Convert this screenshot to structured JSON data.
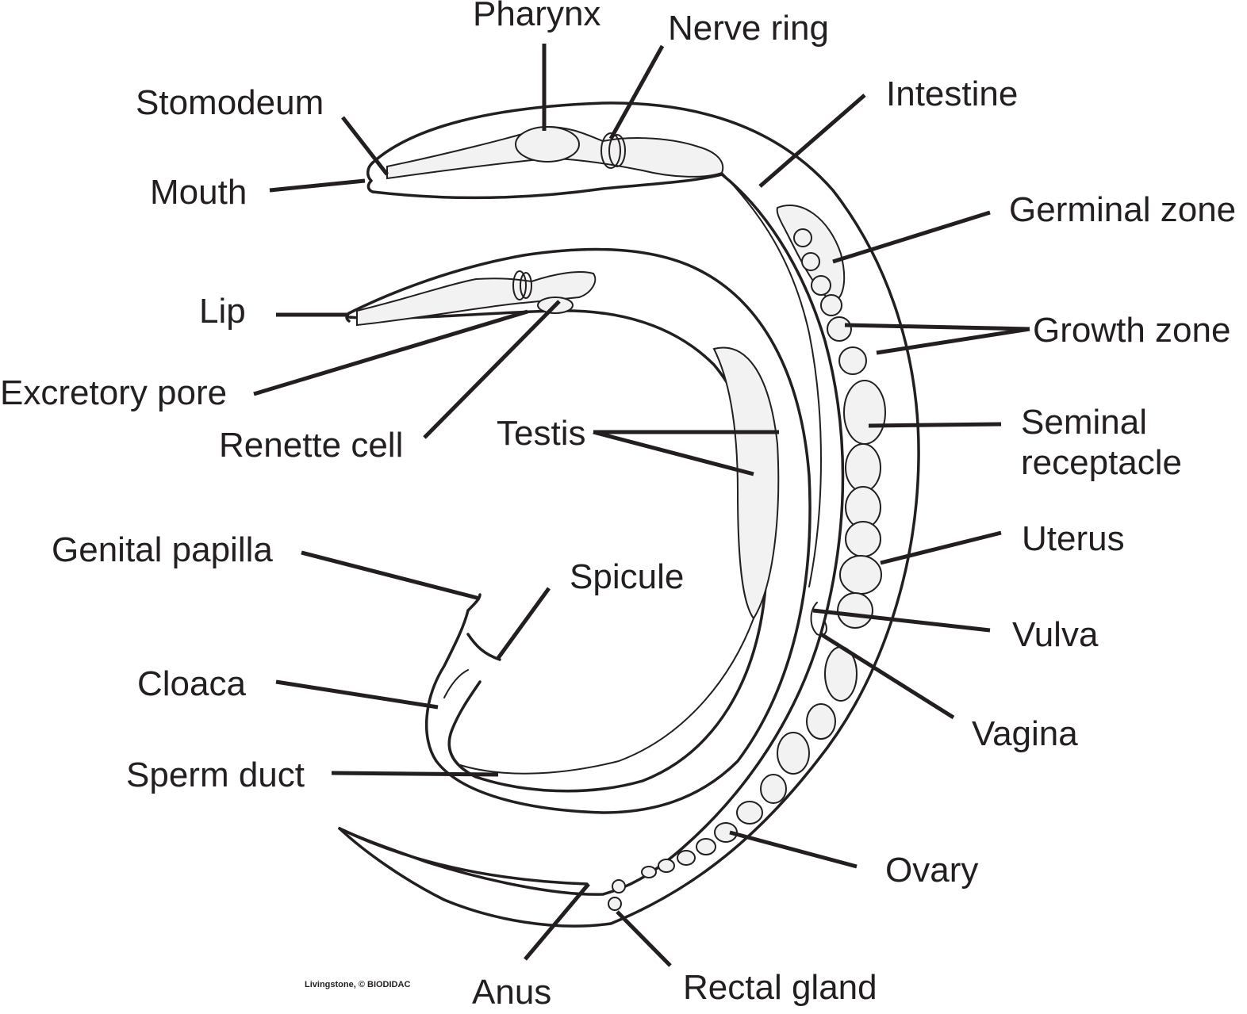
{
  "labels": {
    "pharynx": "Pharynx",
    "nerve_ring": "Nerve ring",
    "stomodeum": "Stomodeum",
    "intestine": "Intestine",
    "mouth": "Mouth",
    "germinal_zone": "Germinal zone",
    "lip": "Lip",
    "growth_zone": "Growth zone",
    "excretory_pore": "Excretory pore",
    "renette_cell": "Renette cell",
    "testis": "Testis",
    "seminal_receptacle_line1": "Seminal",
    "seminal_receptacle_line2": "receptacle",
    "uterus": "Uterus",
    "genital_papilla": "Genital papilla",
    "spicule": "Spicule",
    "vulva": "Vulva",
    "cloaca": "Cloaca",
    "vagina": "Vagina",
    "sperm_duct": "Sperm duct",
    "ovary": "Ovary",
    "anus": "Anus",
    "rectal_gland": "Rectal gland"
  },
  "credit": "Livingstone, © BIODIDAC",
  "colors": {
    "ink": "#231f20",
    "background": "#ffffff",
    "fill": "#f2f2f2"
  }
}
